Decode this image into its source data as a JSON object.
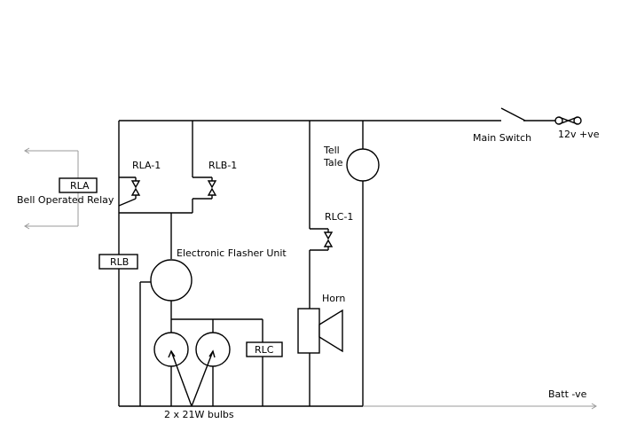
{
  "diagram": {
    "labels": {
      "main_switch": "Main Switch",
      "supply_positive": "12v  +ve",
      "supply_negative": "Batt  -ve",
      "relay_a": "RLA",
      "relay_a_caption": "Bell Operated Relay",
      "relay_b": "RLB",
      "relay_c": "RLC",
      "contact_a1": "RLA-1",
      "contact_b1": "RLB-1",
      "contact_c1": "RLC-1",
      "flasher": "Electronic Flasher Unit",
      "tell_tale_line1": "Tell",
      "tell_tale_line2": "Tale",
      "horn": "Horn",
      "bulbs": "2  x  21W  bulbs"
    },
    "colors": {
      "wire": "#000000",
      "supply_line": "#9a9a9a"
    }
  }
}
